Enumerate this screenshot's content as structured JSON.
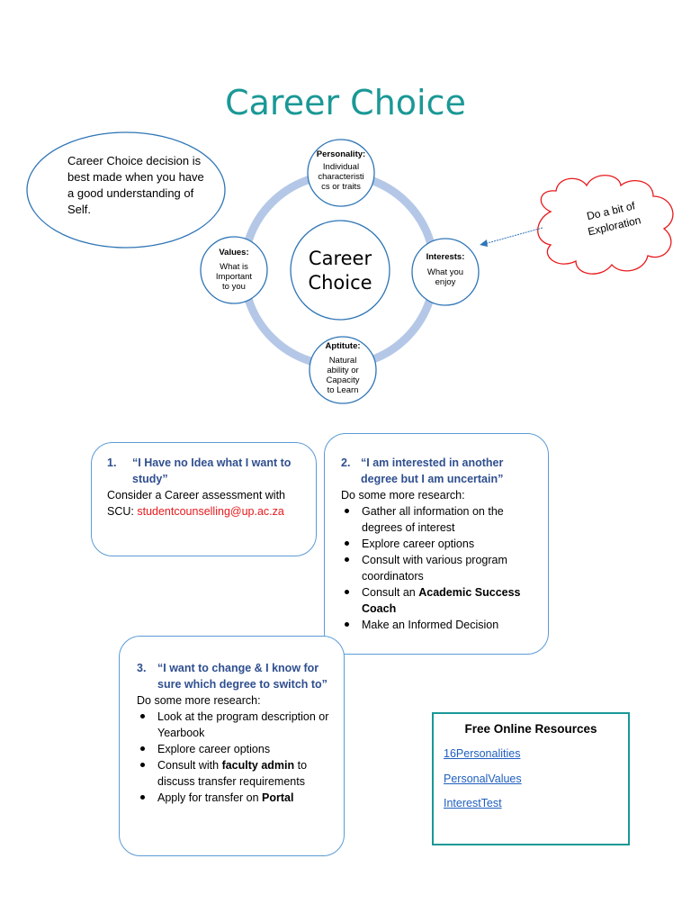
{
  "title": "Career Choice",
  "intro_oval": "Career Choice decision is best made when you have a good understanding of Self.",
  "cloud": "Do a bit of Exploration",
  "center": {
    "line1": "Career",
    "line2": "Choice"
  },
  "nodes": {
    "personality": {
      "title": "Personality:",
      "lines": [
        "Individual",
        "characteristi",
        "cs or traits"
      ]
    },
    "interests": {
      "title": "Interests:",
      "lines": [
        "What you",
        "enjoy"
      ]
    },
    "aptitude": {
      "title": "Aptitute:",
      "lines": [
        "Natural",
        "ability or",
        "Capacity",
        "to Learn"
      ]
    },
    "values": {
      "title": "Values:",
      "lines": [
        "What is",
        "Important",
        "to you"
      ]
    }
  },
  "box1": {
    "num": "1.",
    "heading": "“I Have no Idea what I want to study”",
    "body": "Consider a Career assessment with SCU: ",
    "email": "studentcounselling@up.ac.za"
  },
  "box2": {
    "num": "2.",
    "heading": "“I am interested in another degree but I am uncertain”",
    "intro": "Do some more research:",
    "items": [
      {
        "pre": "Gather all information on the degrees of interest",
        "bold": "",
        "post": ""
      },
      {
        "pre": "Explore career options",
        "bold": "",
        "post": ""
      },
      {
        "pre": "Consult with various program coordinators",
        "bold": "",
        "post": ""
      },
      {
        "pre": "Consult an ",
        "bold": "Academic Success Coach",
        "post": ""
      },
      {
        "pre": "Make an Informed Decision",
        "bold": "",
        "post": ""
      }
    ]
  },
  "box3": {
    "num": "3.",
    "heading": "“I want to change & I know for sure which degree to switch to”",
    "intro": "Do some more research:",
    "items": [
      {
        "pre": "Look at the program description or Yearbook",
        "bold": "",
        "post": ""
      },
      {
        "pre": "Explore career options",
        "bold": "",
        "post": ""
      },
      {
        "pre": "Consult with ",
        "bold": "faculty admin",
        "post": " to discuss transfer requirements"
      },
      {
        "pre": "Apply for transfer on ",
        "bold": "Portal",
        "post": ""
      }
    ]
  },
  "resources": {
    "title": "Free Online Resources",
    "links": [
      "16Personalities",
      "PersonalValues",
      "InterestTest"
    ]
  },
  "colors": {
    "teal": "#1a9896",
    "ring": "#b4c7e7",
    "node_border": "#2e75b6",
    "box_border": "#5b9bd5",
    "cloud_border": "#e8191c",
    "heading_blue": "#2f4f8f",
    "email_red": "#e8191c"
  }
}
